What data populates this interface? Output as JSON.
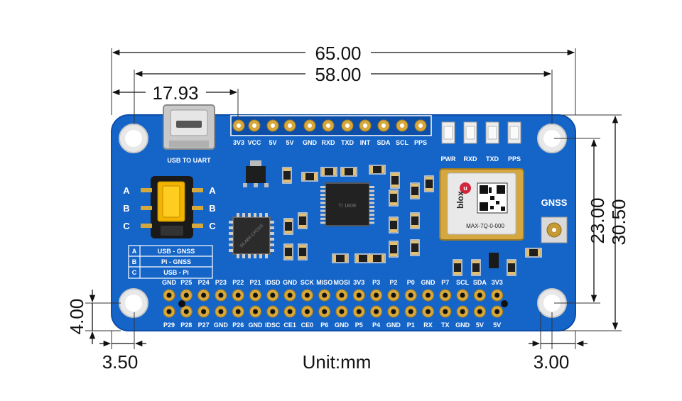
{
  "dimensions": {
    "overall_width": "65.00",
    "hole_spacing_x": "58.00",
    "usb_offset": "17.93",
    "hole_spacing_y": "23.00",
    "overall_height": "30.50",
    "left_hole_offset": "3.50",
    "right_hole_offset": "3.00",
    "bottom_hole_offset": "4.00",
    "unit": "Unit:mm"
  },
  "board": {
    "usb_label": "USB TO UART",
    "gnss_label": "GNSS",
    "module_brand": "blox",
    "module_brand_prefix": "u",
    "module_part": "MAX-7Q-0-000",
    "chip1_marking": "SILABS CP2102",
    "chip2_marking": "TI 1B0E",
    "top_header_labels": [
      "3V3",
      "VCC",
      "5V",
      "5V",
      "GND",
      "RXD",
      "TXD",
      "INT",
      "SDA",
      "SCL",
      "PPS"
    ],
    "led_labels": [
      "PWR",
      "RXD",
      "TXD",
      "PPS"
    ],
    "switch_letters": [
      "A",
      "B",
      "C"
    ],
    "mode_table": [
      {
        "key": "A",
        "value": "USB - GNSS"
      },
      {
        "key": "B",
        "value": "Pi - GNSS"
      },
      {
        "key": "C",
        "value": "USB - Pi"
      }
    ],
    "gpio_top_labels": [
      "GND",
      "P25",
      "P24",
      "P23",
      "P22",
      "P21",
      "IDSD",
      "GND",
      "SCK",
      "MISO",
      "MOSI",
      "3V3",
      "P3",
      "P2",
      "P0",
      "GND",
      "P7",
      "SCL",
      "SDA",
      "3V3"
    ],
    "gpio_bottom_labels": [
      "P29",
      "P28",
      "P27",
      "GND",
      "P26",
      "GND",
      "IDSC",
      "CE1",
      "CE0",
      "P6",
      "GND",
      "P5",
      "P4",
      "GND",
      "P1",
      "RX",
      "TX",
      "GND",
      "5V",
      "5V"
    ]
  },
  "colors": {
    "pcb": "#1565c8",
    "pcb_dark": "#0d4ea8",
    "silk": "#ffffff",
    "gold": "#d6a83c",
    "switch": "#f2b400"
  }
}
